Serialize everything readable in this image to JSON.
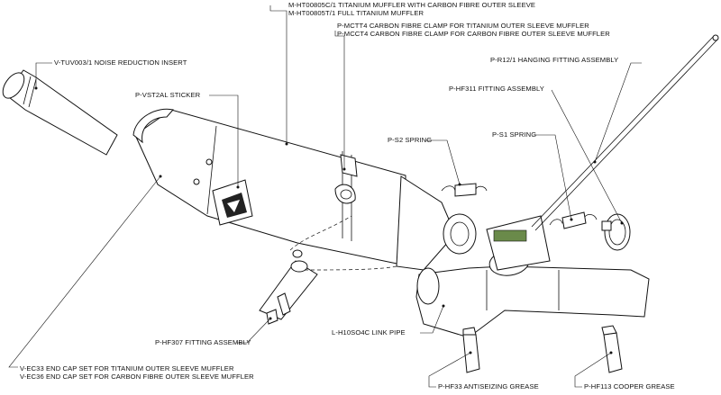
{
  "labels": {
    "muffler_ti": "M-HT00805C/1  TITANIUM MUFFLER WITH CARBON FIBRE OUTER SLEEVE",
    "muffler_full_ti": "M-HT00805T/1  FULL TITANIUM MUFFLER",
    "clamp_ti": "P-MCTT4  CARBON FIBRE CLAMP FOR TITANIUM OUTER SLEEVE MUFFLER",
    "clamp_cf": "P-MCCT4  CARBON FIBRE CLAMP FOR CARBON FIBRE OUTER SLEEVE MUFFLER",
    "noise_insert": "V-TUV003/1  NOISE REDUCTION INSERT",
    "hanging_fitting": "P-R12/1  HANGING FITTING ASSEMBLY",
    "fitting_hf311": "P-HF311  FITTING ASSEMBLY",
    "sticker": "P-VST2AL  STICKER",
    "spring_s2": "P-S2  SPRING",
    "spring_s1": "P-S1  SPRING",
    "fitting_hf307": "P-HF307  FITTING ASSEMBLY",
    "link_pipe": "L-H10SO4C  LINK PIPE",
    "endcap_ti": "V-EC33  END CAP SET FOR TITANIUM OUTER SLEEVE MUFFLER",
    "endcap_cf": "V-EC36  END CAP SET FOR CARBON FIBRE OUTER SLEEVE MUFFLER",
    "antiseize": "P-HF33  ANTISEIZING GREASE",
    "copper_grease": "P-HF113  COOPER GREASE"
  }
}
